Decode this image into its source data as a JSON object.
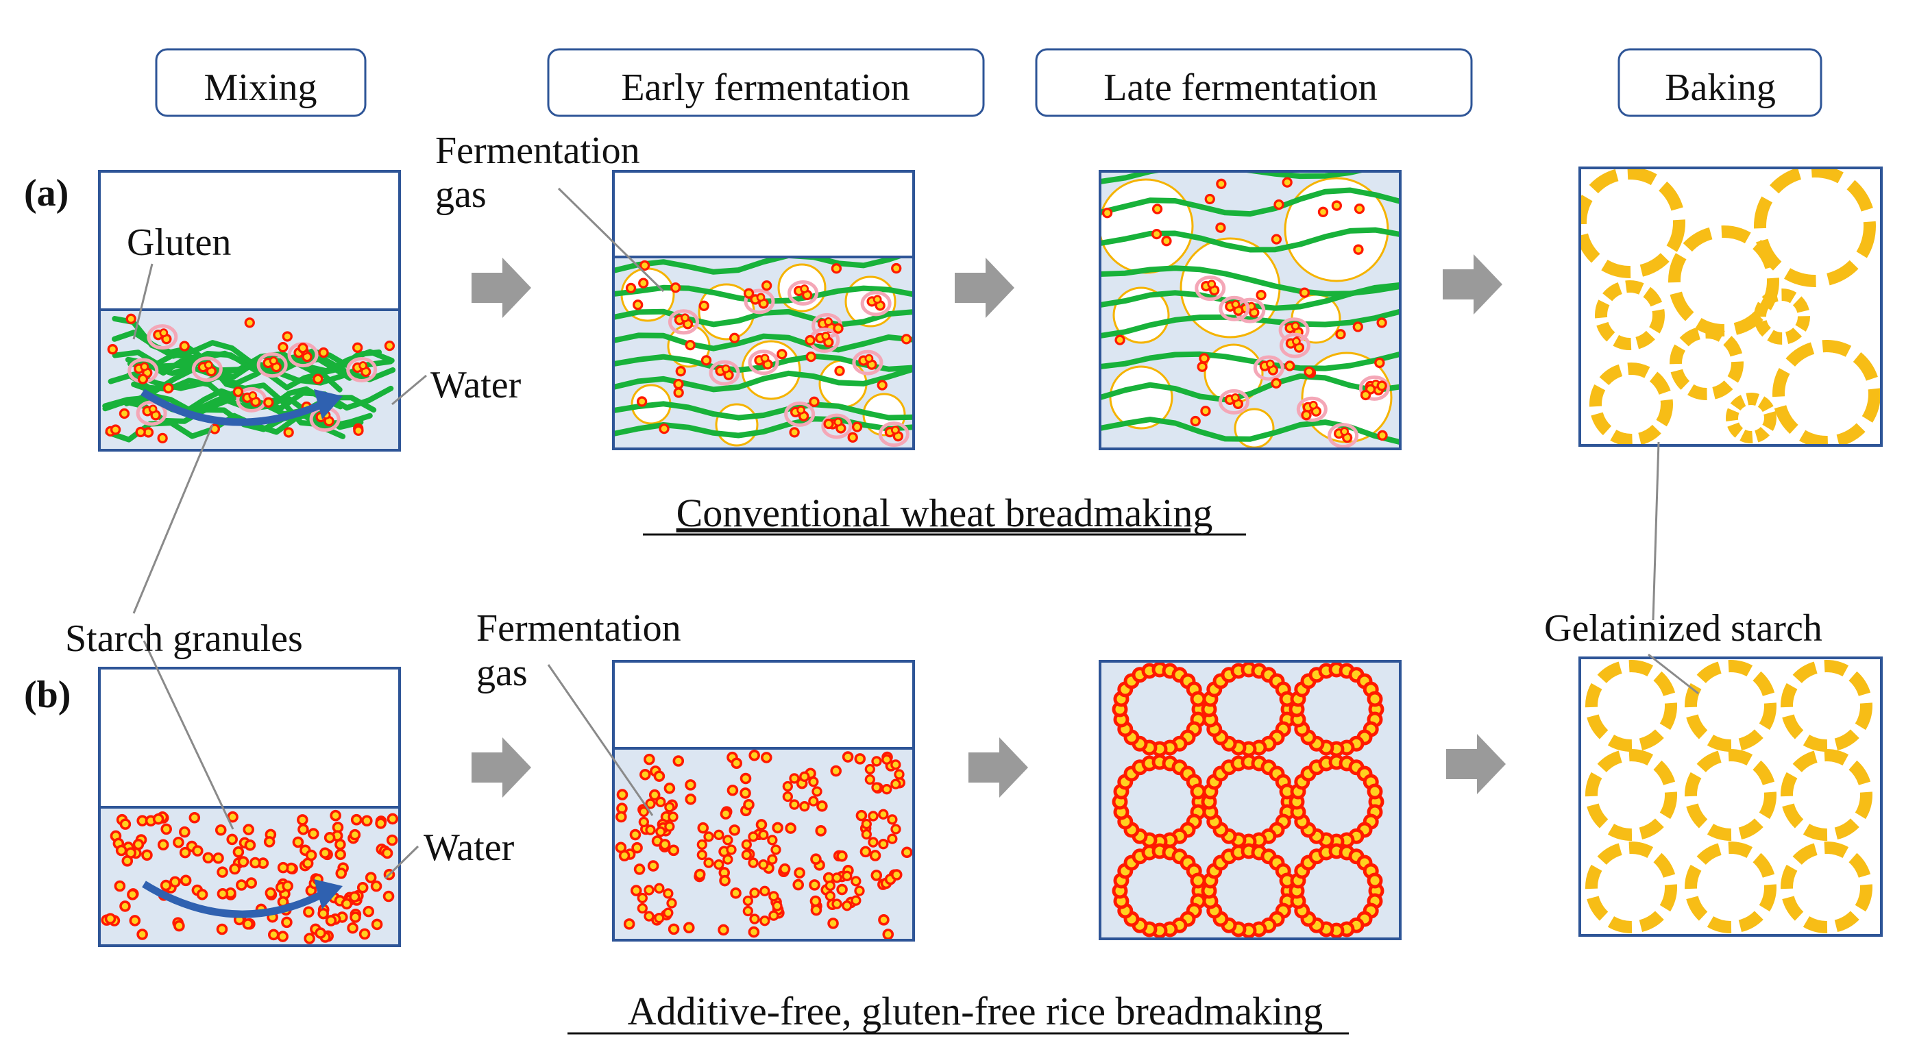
{
  "stages": [
    "Mixing",
    "Early fermentation",
    "Late fermentation",
    "Baking"
  ],
  "rows": {
    "a": {
      "tag": "(a)",
      "caption": "Conventional wheat breadmaking"
    },
    "b": {
      "tag": "(b)",
      "caption": "Additive-free, gluten-free rice breadmaking"
    }
  },
  "labels": {
    "gluten": "Gluten",
    "water_a": "Water",
    "water_b": "Water",
    "starch_granules": "Starch granules",
    "fermentation_gas_a": [
      "Fermentation",
      "gas"
    ],
    "fermentation_gas_b": [
      "Fermentation",
      "gas"
    ],
    "gelatinized_starch": "Gelatinized starch"
  },
  "colors": {
    "box_border": "#2e5597",
    "dough": "#dce6f2",
    "gluten": "#18b23a",
    "starch_fill": "#ff1a00",
    "starch_core": "#ffd21f",
    "starch_halo": "#f4a7b7",
    "gelatinized": "#f7bd16",
    "bubble": "#f5b300",
    "arrow": "#9a9a9a",
    "mix_arrow": "#2f61b0",
    "leader": "#8a8a8a"
  }
}
